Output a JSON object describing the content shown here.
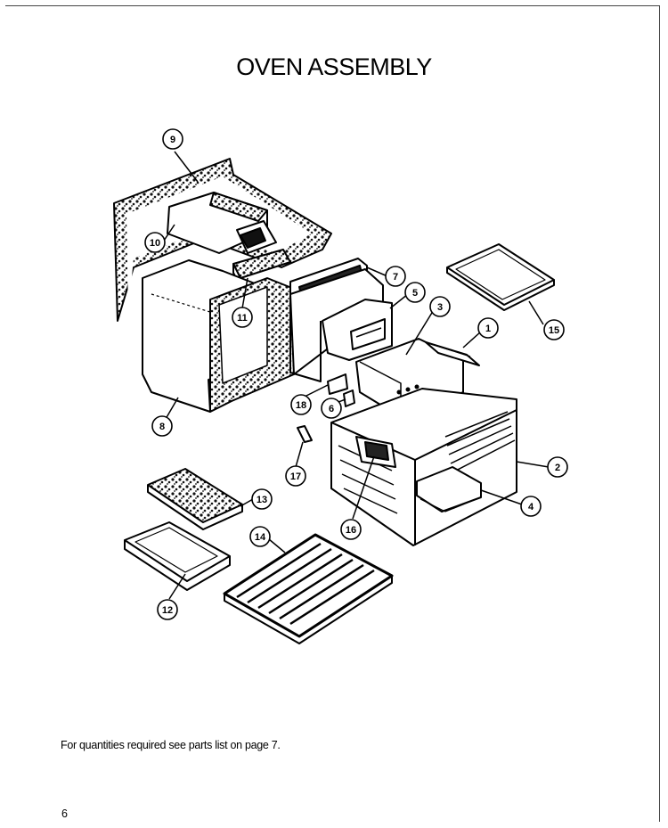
{
  "title": "OVEN ASSEMBLY",
  "note": "For quantities required see parts list on page 7.",
  "page_number": "6",
  "callouts": [
    "1",
    "2",
    "3",
    "4",
    "5",
    "6",
    "7",
    "8",
    "9",
    "10",
    "11",
    "12",
    "13",
    "14",
    "15",
    "16",
    "17",
    "18"
  ]
}
